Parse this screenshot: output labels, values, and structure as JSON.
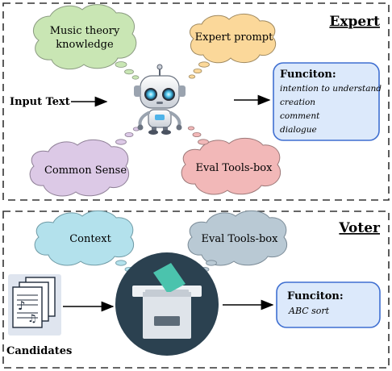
{
  "expert": {
    "section_title": "Expert",
    "input_label": "Input Text",
    "bubbles": {
      "music_line1": "Music theory",
      "music_line2": "knowledge",
      "prompt": "Expert prompt",
      "common": "Common Sense",
      "eval": "Eval Tools-box"
    },
    "function": {
      "title": "Funciton:",
      "items": [
        "intention to understand",
        "creation",
        "comment",
        "dialogue"
      ]
    }
  },
  "voter": {
    "section_title": "Voter",
    "candidates_label": "Candidates",
    "bubbles": {
      "context": "Context",
      "eval": "Eval Tools-box"
    },
    "function": {
      "title": "Funciton:",
      "items": [
        "ABC sort"
      ]
    }
  },
  "colors": {
    "green_cloud": "#c9e6b4",
    "orange_cloud": "#fbd89a",
    "purple_cloud": "#dcc9e6",
    "pink_cloud": "#f2b8b8",
    "cyan_cloud": "#b3e1ec",
    "gray_cloud": "#b9c9d4",
    "function_box": "#dce9fb",
    "function_border": "#3f6fd1",
    "ballot_circle": "#2b4150",
    "ballot_paper": "#4bc3ad"
  }
}
